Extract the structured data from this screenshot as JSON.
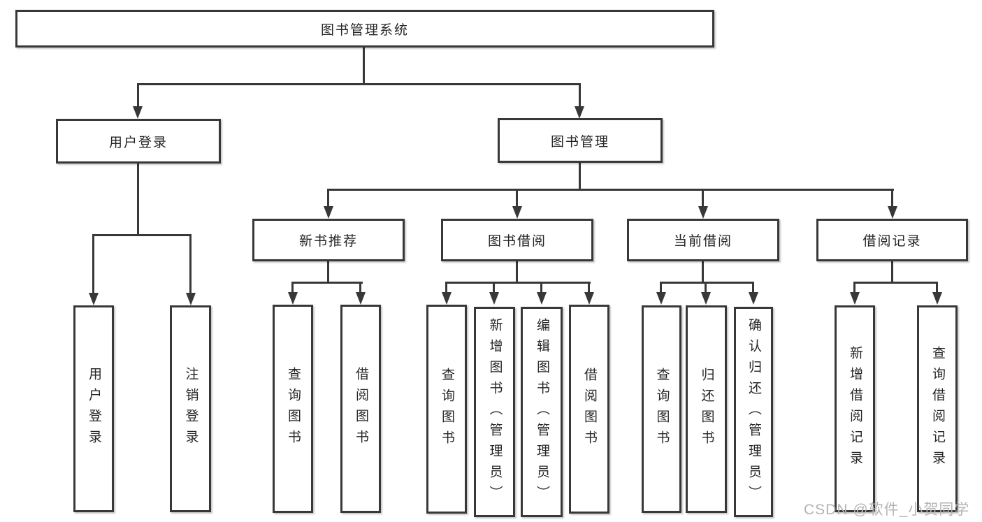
{
  "diagram": {
    "root": {
      "label": "图书管理系统"
    },
    "level2": {
      "user_login": {
        "label": "用户登录"
      },
      "book_mgmt": {
        "label": "图书管理"
      }
    },
    "level3": {
      "new_books": {
        "label": "新书推荐"
      },
      "book_borrow": {
        "label": "图书借阅"
      },
      "current_borrow": {
        "label": "当前借阅"
      },
      "borrow_records": {
        "label": "借阅记录"
      }
    },
    "leaves": {
      "user_login": {
        "label": "用户登录"
      },
      "logout": {
        "label": "注销登录"
      },
      "nb_query_books": {
        "label": "查询图书"
      },
      "nb_borrow_books": {
        "label": "借阅图书"
      },
      "bb_query_books": {
        "label": "查询图书"
      },
      "bb_add_books": {
        "label": "新增图书（管理员）"
      },
      "bb_edit_books": {
        "label": "编辑图书（管理员）"
      },
      "bb_borrow_books": {
        "label": "借阅图书"
      },
      "cb_query_books": {
        "label": "查询图书"
      },
      "cb_return_books": {
        "label": "归还图书"
      },
      "cb_confirm_return": {
        "label": "确认归还（管理员）"
      },
      "br_add_record": {
        "label": "新增借阅记录"
      },
      "br_query_record": {
        "label": "查询借阅记录"
      }
    },
    "colors": {
      "line": "#383838",
      "text": "#262626",
      "watermark": "#b4b4b4",
      "background": "#ffffff"
    }
  },
  "watermark": "CSDN @软件_小贺同学"
}
